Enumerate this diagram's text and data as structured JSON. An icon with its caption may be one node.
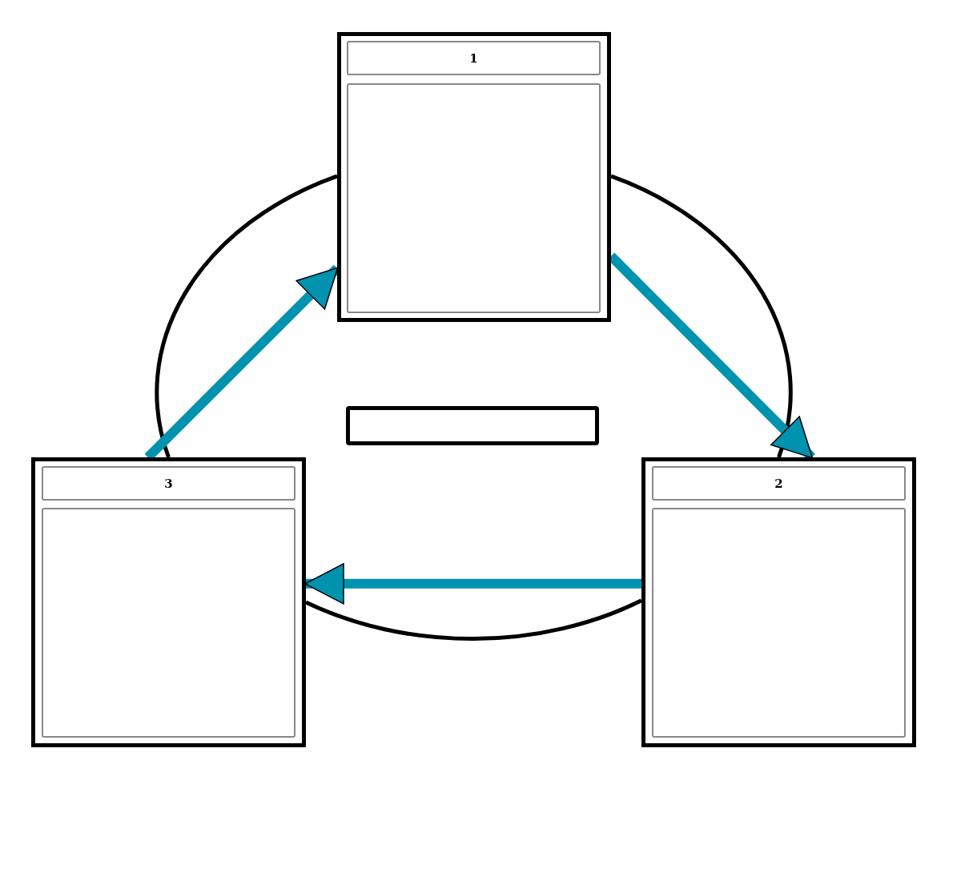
{
  "diagram": {
    "nodes": [
      {
        "text": [],
        "shape": "box"
      },
      {
        "text": [
          "1"
        ],
        "in": 0
      },
      {
        "text": [],
        "shape": "box",
        "in": 0
      },
      {
        "text": [],
        "shape": "box"
      },
      {
        "text": [],
        "shape": "box"
      },
      {
        "text": [
          "3"
        ],
        "in": 4
      },
      {
        "text": [],
        "shape": "box",
        "in": 4
      },
      {
        "text": [],
        "shape": "box"
      },
      {
        "text": [
          "2"
        ],
        "in": 7
      },
      {
        "text": [],
        "shape": "box",
        "in": 7
      }
    ],
    "edges": [
      {
        "from": 0,
        "to": 7,
        "arrow": "none"
      },
      {
        "from": 7,
        "to": 4,
        "arrow": "none"
      },
      {
        "from": 4,
        "to": 0,
        "arrow": "none"
      },
      {
        "from": 4,
        "to": 0,
        "arrow": "to",
        "style": "thick",
        "color": "#0093b0"
      },
      {
        "from": 0,
        "to": 7,
        "arrow": "to",
        "style": "thick",
        "color": "#0093b0"
      },
      {
        "from": 7,
        "to": 4,
        "arrow": "to",
        "style": "thick",
        "color": "#0093b0"
      }
    ]
  }
}
